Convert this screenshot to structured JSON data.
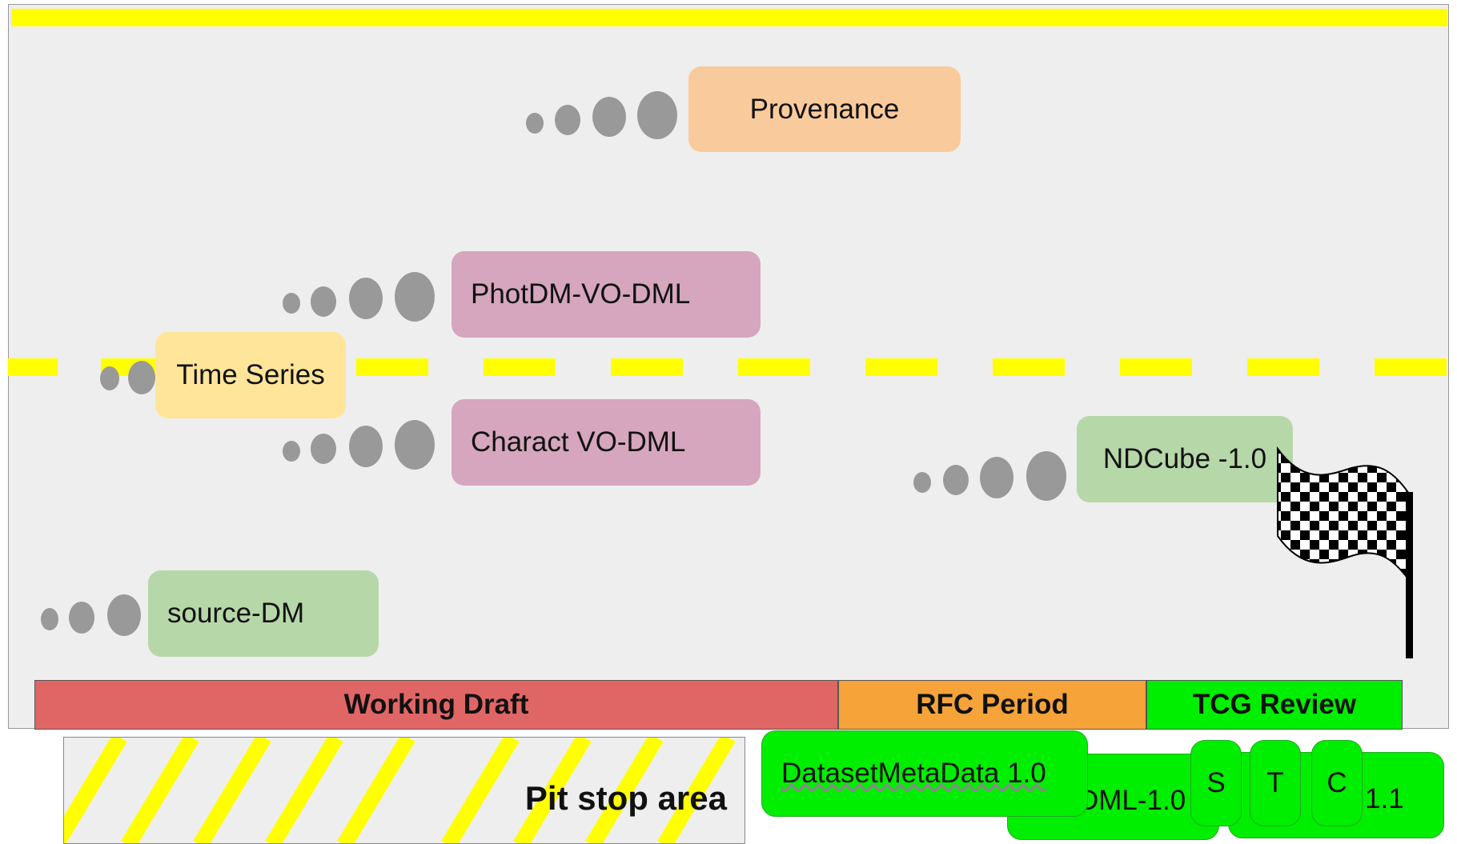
{
  "diagram": {
    "track_cards": {
      "provenance": "Provenance",
      "photdm": "PhotDM-VO-DML",
      "time_series": "Time Series",
      "charact": "Charact VO-DML",
      "ndcube": "NDCube -1.0",
      "source_dm": "source-DM"
    },
    "stages": {
      "working_draft": "Working Draft",
      "rfc_period": "RFC Period",
      "tcg_review": "TCG Review"
    },
    "pitstop": {
      "label": "Pit stop area"
    },
    "finished": {
      "dataset_metadata": "DatasetMetaData 1.0",
      "dml_partial": "DML-1.0",
      "s": "S",
      "t": "T",
      "c_small": "c",
      "c": "C",
      "v11": "1.1"
    },
    "colors": {
      "track": "#eeeeee",
      "lane_line": "#ffff00",
      "working_draft": "#e06666",
      "rfc_period": "#f6a33a",
      "tcg_review": "#00ee00",
      "provenance_card": "#f9cb9c",
      "vodml_card": "#d5a6bd",
      "time_series_card": "#ffe599",
      "green_card": "#b6d7a8"
    },
    "icons": [
      "exhaust-puffs-icon",
      "checkered-flag-icon",
      "hazard-stripes-icon"
    ]
  }
}
